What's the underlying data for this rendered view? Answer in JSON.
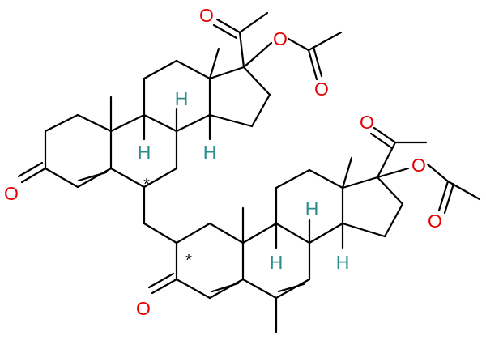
{
  "colors": {
    "bond": "#000000",
    "oxygen": "#e60000",
    "hydrogen": "#2a8c8c"
  },
  "labels": {
    "o_ketone_a": "O",
    "o_acetyl_a": "O",
    "o_ester_a": "O",
    "o_carbonyl_a": "O",
    "h_a1": "H",
    "h_a2": "H",
    "h_a3": "H",
    "star_a": "*",
    "o_ketone_b": "O",
    "o_acetyl_b": "O",
    "o_ester_b": "O",
    "o_carbonyl_b": "O",
    "h_b1": "H",
    "h_b2": "H",
    "h_b3": "H",
    "star_b": "*"
  }
}
